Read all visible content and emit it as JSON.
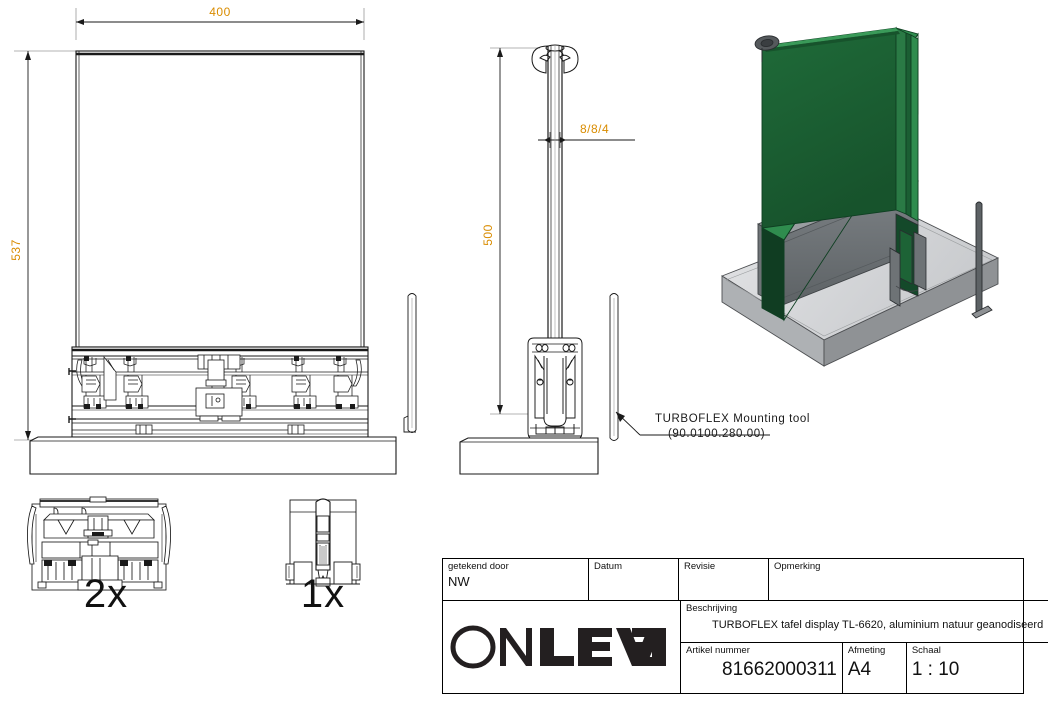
{
  "drawing": {
    "dimensions": {
      "front_width": "400",
      "front_height": "537",
      "side_height": "500",
      "glass_spec": "8/8/4"
    },
    "annotations": {
      "mounting_tool_line1": "TURBOFLEX Mounting tool",
      "mounting_tool_line2": "(90.0100.280.00)"
    },
    "detail_views": [
      {
        "name": "profile-assembly-detail",
        "quantity": "2x"
      },
      {
        "name": "end-cap-detail",
        "quantity": "1x"
      }
    ],
    "colors": {
      "glass_green": "#1d6336",
      "glass_green_dark": "#14492a",
      "glass_green_edge": "#2f8c4e",
      "profile_gray": "#6e7376",
      "profile_gray_dark": "#4a4e51",
      "base_light": "#d9dadc",
      "base_mid": "#b9bbbe",
      "base_dark": "#8e9194",
      "dimension_orange": "#d98c00",
      "dimension_blue": "#1a5fb4",
      "line_black": "#1a1a1a"
    }
  },
  "titleblock": {
    "drawn_by_label": "getekend door",
    "drawn_by_value": "NW",
    "date_label": "Datum",
    "date_value": "",
    "revision_label": "Revisie",
    "revision_value": "",
    "remark_label": "Opmerking",
    "remark_value": "",
    "description_label": "Beschrijving",
    "description_value": "TURBOFLEX tafel display TL-6620, aluminium natuur geanodiseerd",
    "article_label": "Artikel nummer",
    "article_value": "81662000311",
    "size_label": "Afmeting",
    "size_value": "A4",
    "scale_label": "Schaal",
    "scale_value": "1 : 10",
    "logo_text_light": "ON",
    "logo_text_bold": "LEVEL"
  }
}
